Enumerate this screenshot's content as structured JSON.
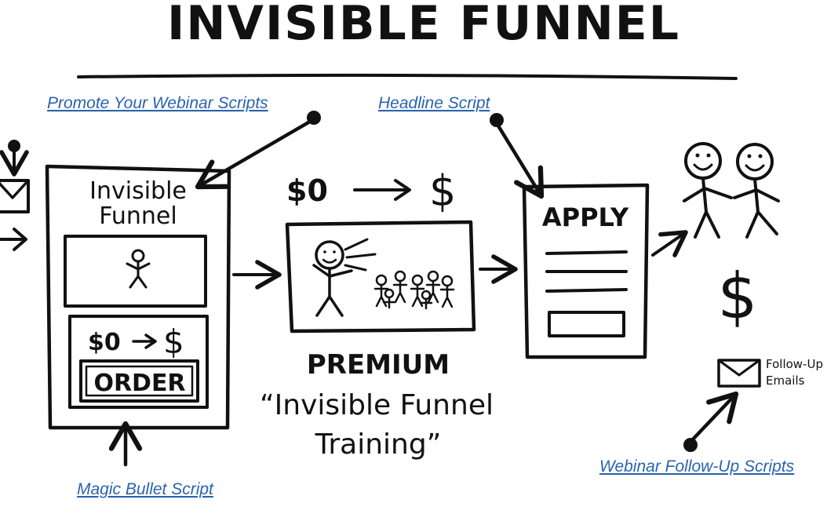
{
  "title": "INVISIBLE FUNNEL",
  "links": {
    "promote_webinar": "Promote Your Webinar Scripts",
    "headline": "Headline Script",
    "magic_bullet": "Magic Bullet Script",
    "webinar_follow_up": "Webinar Follow-Up Scripts"
  },
  "page_box": {
    "line1": "Invisible",
    "line2": "Funnel",
    "price_from": "$0",
    "price_to": "$",
    "order_button": "ORDER"
  },
  "premium": {
    "price_from": "$0",
    "price_to": "$",
    "label": "PREMIUM",
    "quote_line1": "“Invisible Funnel",
    "quote_line2": "Training”"
  },
  "apply_box": {
    "label": "APPLY"
  },
  "result": {
    "dollar": "$"
  },
  "follow_up": {
    "line1": "Follow-Up",
    "line2": "Emails"
  },
  "colors": {
    "ink": "#111111",
    "link": "#2a63b0",
    "background": "#ffffff"
  }
}
